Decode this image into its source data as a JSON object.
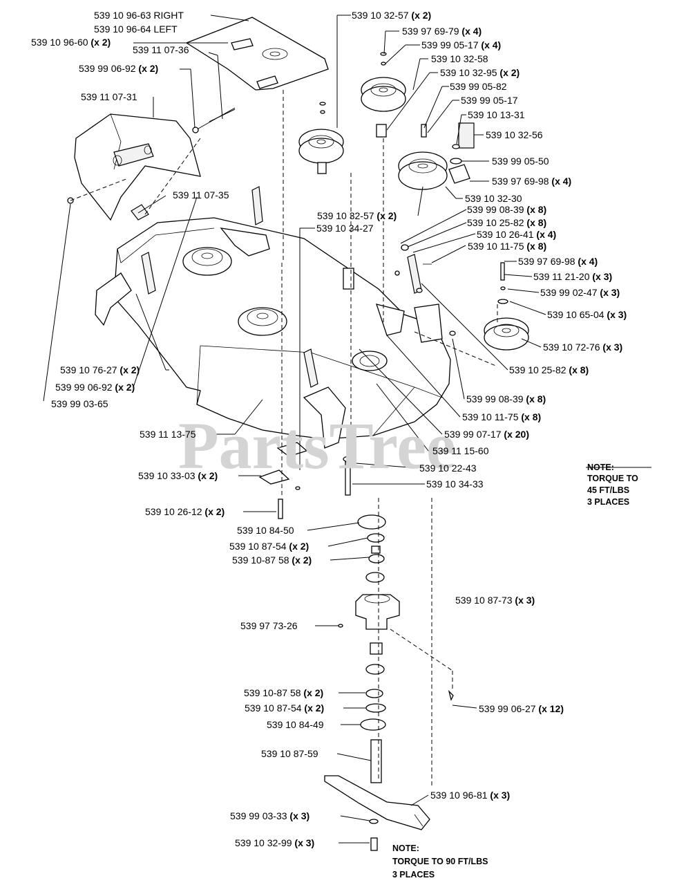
{
  "watermark": "PartsTree",
  "notes": {
    "torque_45": [
      "NOTE:",
      "TORQUE TO",
      "45 FT/LBS",
      "3 PLACES"
    ],
    "torque_90": [
      "NOTE:",
      "TORQUE TO 90 FT/LBS",
      "3 PLACES"
    ]
  },
  "labels": [
    {
      "id": "lbl-01",
      "part": "539 10 96-63 RIGHT",
      "qty": ""
    },
    {
      "id": "lbl-02",
      "part": "539 10 96-64 LEFT",
      "qty": ""
    },
    {
      "id": "lbl-03",
      "part": "539 10 96-60",
      "qty": "(x 2)"
    },
    {
      "id": "lbl-04",
      "part": "539 11 07-36",
      "qty": ""
    },
    {
      "id": "lbl-05",
      "part": "539 99 06-92",
      "qty": "(x 2)"
    },
    {
      "id": "lbl-06",
      "part": "539 11 07-31",
      "qty": ""
    },
    {
      "id": "lbl-07",
      "part": "539 11 07-35",
      "qty": ""
    },
    {
      "id": "lbl-08",
      "part": "539 10 32-57",
      "qty": "(x 2)"
    },
    {
      "id": "lbl-09",
      "part": "539 97 69-79",
      "qty": "(x 4)"
    },
    {
      "id": "lbl-10",
      "part": "539 99 05-17",
      "qty": "(x 4)"
    },
    {
      "id": "lbl-11",
      "part": "539 10 32-58",
      "qty": ""
    },
    {
      "id": "lbl-12",
      "part": "539 10 32-95",
      "qty": "(x 2)"
    },
    {
      "id": "lbl-13",
      "part": "539 99 05-82",
      "qty": ""
    },
    {
      "id": "lbl-14",
      "part": "539 99 05-17",
      "qty": ""
    },
    {
      "id": "lbl-15",
      "part": "539 10 13-31",
      "qty": ""
    },
    {
      "id": "lbl-16",
      "part": "539 10 32-56",
      "qty": ""
    },
    {
      "id": "lbl-17",
      "part": "539 99 05-50",
      "qty": ""
    },
    {
      "id": "lbl-18",
      "part": "539 97 69-98",
      "qty": "(x 4)"
    },
    {
      "id": "lbl-19",
      "part": "539 10 32-30",
      "qty": ""
    },
    {
      "id": "lbl-20",
      "part": "539 10 32-57",
      "qty": "(x 2)"
    },
    {
      "id": "lbl-21",
      "part": "539 99 08-39",
      "qty": "(x 8)"
    },
    {
      "id": "lbl-22",
      "part": "539 10 25-82",
      "qty": "(x 8)"
    },
    {
      "id": "lbl-23",
      "part": "539 10 34-27",
      "qty": ""
    },
    {
      "id": "lbl-24",
      "part": "539 10 26-41",
      "qty": "(x 4)"
    },
    {
      "id": "lbl-25",
      "part": "539 10 11-75",
      "qty": "(x 8)"
    },
    {
      "id": "lbl-26",
      "part": "539 97 69-98",
      "qty": "(x 4)"
    },
    {
      "id": "lbl-27",
      "part": "539 11 21-20",
      "qty": "(x 3)"
    },
    {
      "id": "lbl-28",
      "part": "539 99 02-47",
      "qty": "(x 3)"
    },
    {
      "id": "lbl-29",
      "part": "539 10 65-04",
      "qty": "(x 3)"
    },
    {
      "id": "lbl-30",
      "part": "539 10 72-76",
      "qty": "(x 3)"
    },
    {
      "id": "lbl-31",
      "part": "539 10 25-82",
      "qty": "(x 8)"
    },
    {
      "id": "lbl-32",
      "part": "539 10 76-27",
      "qty": "(x 2)"
    },
    {
      "id": "lbl-33",
      "part": "539 99 06-92",
      "qty": "(x 2)"
    },
    {
      "id": "lbl-34",
      "part": "539 99 03-65",
      "qty": ""
    },
    {
      "id": "lbl-35",
      "part": "539 99 08-39",
      "qty": "(x 8)"
    },
    {
      "id": "lbl-36",
      "part": "539 10 11-75",
      "qty": "(x 8)"
    },
    {
      "id": "lbl-37",
      "part": "539 99 07-17",
      "qty": "(x 20)"
    },
    {
      "id": "lbl-38",
      "part": "539 11 13-75",
      "qty": ""
    },
    {
      "id": "lbl-39",
      "part": "539 11 15-60",
      "qty": ""
    },
    {
      "id": "lbl-40",
      "part": "539 10 22-43",
      "qty": ""
    },
    {
      "id": "lbl-41",
      "part": "539 10 33-03",
      "qty": "(x 2)"
    },
    {
      "id": "lbl-42",
      "part": "539 10 34-33",
      "qty": ""
    },
    {
      "id": "lbl-43",
      "part": "539 10 26-12",
      "qty": "(x 2)"
    },
    {
      "id": "lbl-44",
      "part": "539 10 84-50",
      "qty": ""
    },
    {
      "id": "lbl-45",
      "part": "539 10 87-54",
      "qty": "(x 2)"
    },
    {
      "id": "lbl-46",
      "part": "539 10-87 58",
      "qty": "(x 2)"
    },
    {
      "id": "lbl-47",
      "part": "539 10 87-73",
      "qty": "(x 3)"
    },
    {
      "id": "lbl-48",
      "part": "539 97 73-26",
      "qty": ""
    },
    {
      "id": "lbl-49",
      "part": "539 10-87 58",
      "qty": "(x 2)"
    },
    {
      "id": "lbl-50",
      "part": "539 10 87-54",
      "qty": "(x 2)"
    },
    {
      "id": "lbl-51",
      "part": "539 99 06-27",
      "qty": "(x 12)"
    },
    {
      "id": "lbl-52",
      "part": "539 10 84-49",
      "qty": ""
    },
    {
      "id": "lbl-53",
      "part": "539 10 87-59",
      "qty": ""
    },
    {
      "id": "lbl-54",
      "part": "539 10 96-81",
      "qty": "(x 3)"
    },
    {
      "id": "lbl-55",
      "part": "539 99 03-33",
      "qty": "(x 3)"
    },
    {
      "id": "lbl-56",
      "part": "539 10 32-99",
      "qty": "(x 3)"
    }
  ]
}
